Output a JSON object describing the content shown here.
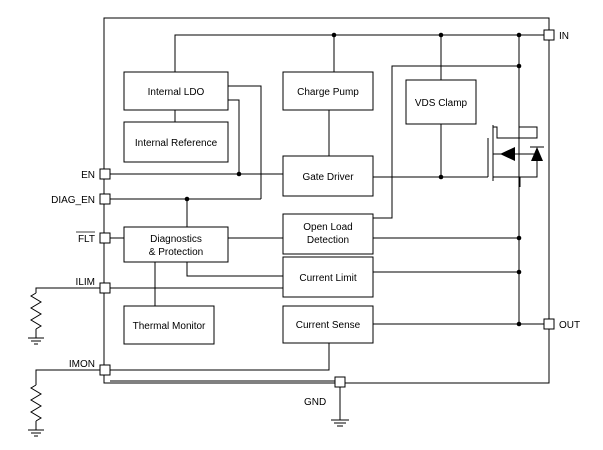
{
  "blocks": {
    "internal_ldo": "Internal LDO",
    "internal_reference": "Internal Reference",
    "charge_pump": "Charge Pump",
    "gate_driver": "Gate Driver",
    "vds_clamp": "VDS Clamp",
    "open_load_line1": "Open Load",
    "open_load_line2": "Detection",
    "diag_line1": "Diagnostics",
    "diag_line2": "& Protection",
    "current_limit": "Current Limit",
    "thermal_monitor": "Thermal Monitor",
    "current_sense": "Current Sense"
  },
  "pins": {
    "in": "IN",
    "en": "EN",
    "diag_en": "DIAG_EN",
    "flt": "FLT",
    "ilim": "ILIM",
    "imon": "IMON",
    "out": "OUT",
    "gnd": "GND"
  }
}
